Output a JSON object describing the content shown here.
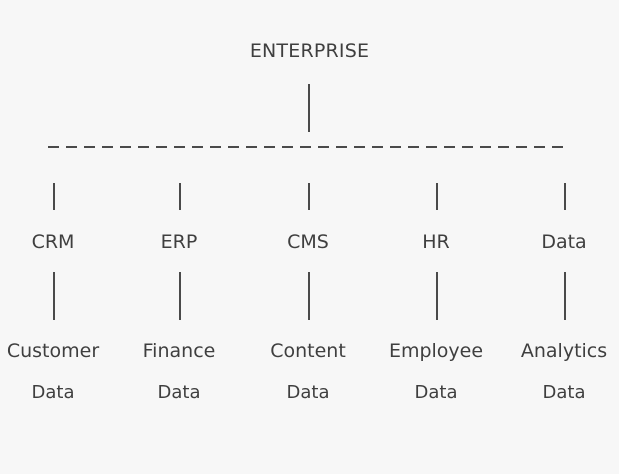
{
  "root": {
    "label": "ENTERPRISE"
  },
  "nodes": [
    {
      "label": "CRM",
      "leaf_line1": "Customer",
      "leaf_line2": "Data"
    },
    {
      "label": "ERP",
      "leaf_line1": "Finance",
      "leaf_line2": "Data"
    },
    {
      "label": "CMS",
      "leaf_line1": "Content",
      "leaf_line2": "Data"
    },
    {
      "label": "HR",
      "leaf_line1": "Employee",
      "leaf_line2": "Data"
    },
    {
      "label": "Data",
      "leaf_line1": "Analytics",
      "leaf_line2": "Data"
    }
  ]
}
